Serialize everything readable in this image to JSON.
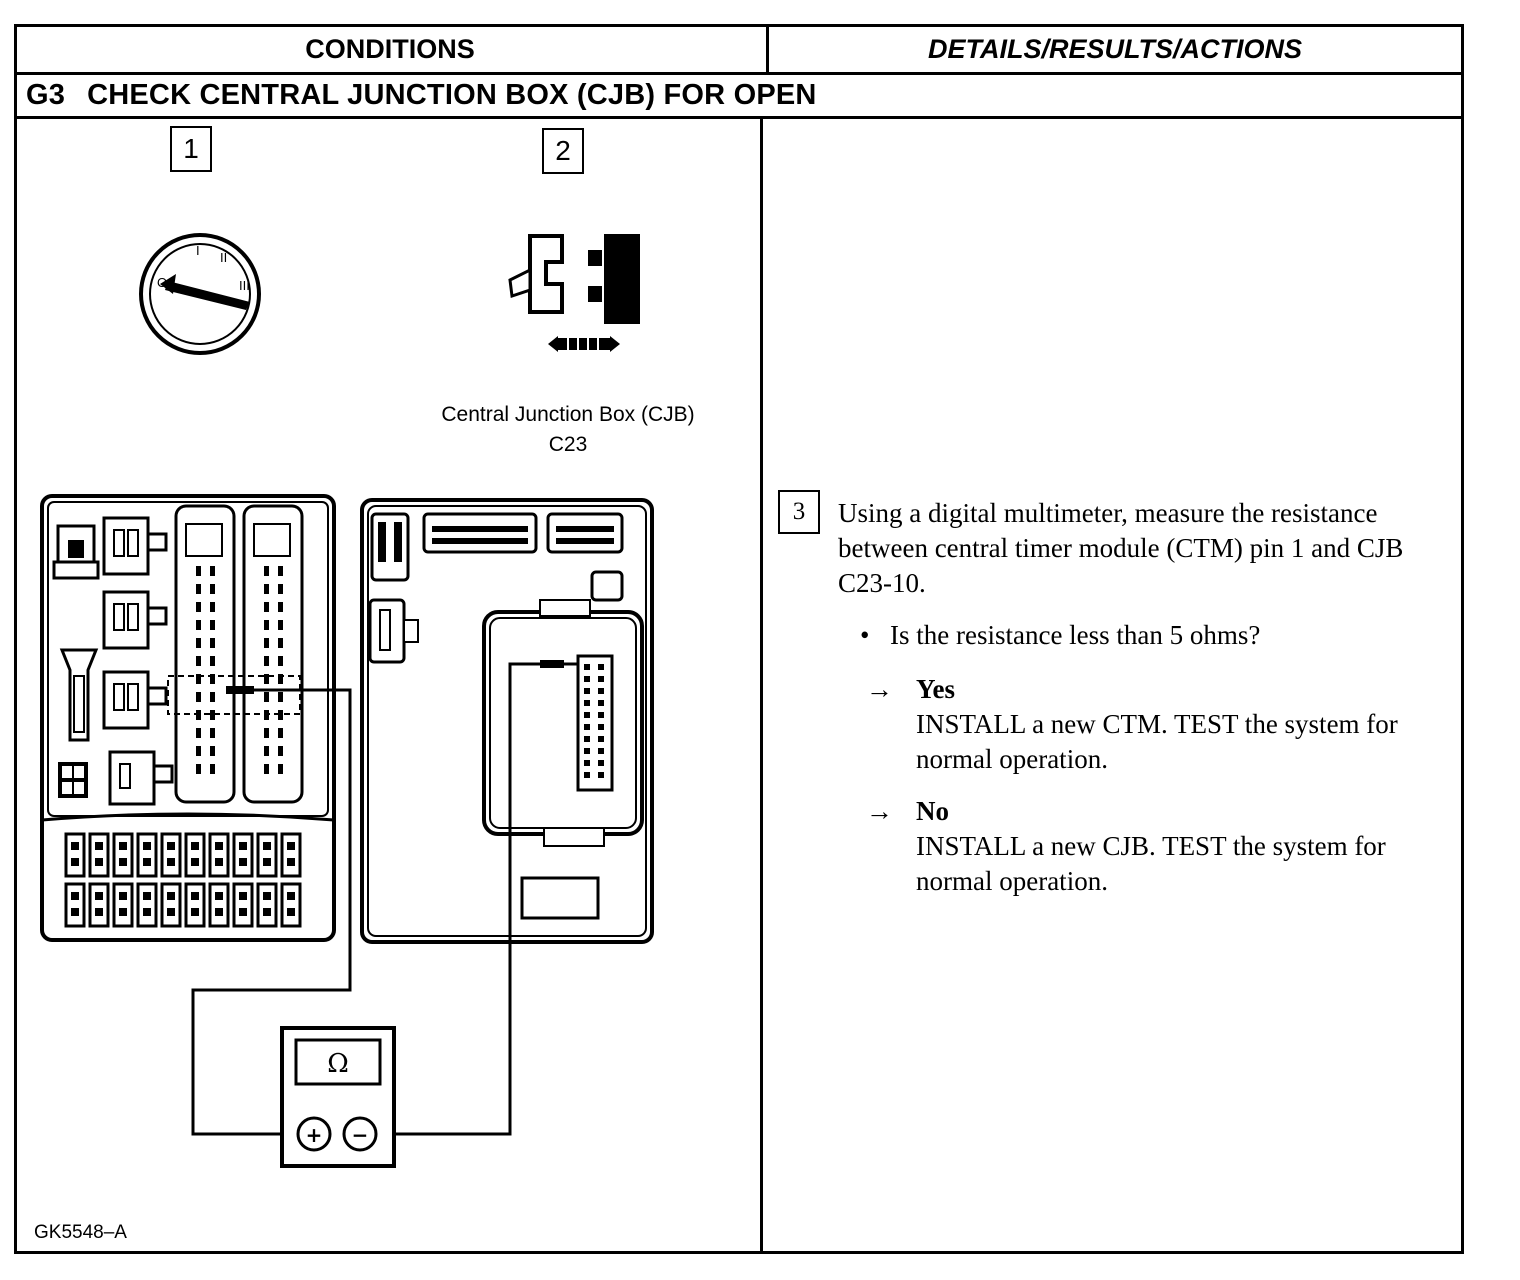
{
  "table": {
    "col_conditions": "CONDITIONS",
    "col_details": "DETAILS/RESULTS/ACTIONS"
  },
  "section": {
    "code": "G3",
    "title": "CHECK CENTRAL JUNCTION BOX (CJB) FOR OPEN"
  },
  "figure": {
    "step1_number": "1",
    "step2_number": "2",
    "ignition_positions": [
      "O",
      "I",
      "II",
      "III"
    ],
    "connector_caption_line1": "Central Junction Box (CJB)",
    "connector_caption_line2": "C23",
    "meter_symbol": "Ω",
    "meter_plus": "+",
    "meter_minus": "−",
    "figure_id": "GK5548–A"
  },
  "step3": {
    "number": "3",
    "text": "Using a digital multimeter, measure the resistance between central timer module (CTM) pin 1 and CJB C23-10.",
    "bullet_marker": "•",
    "question": "Is the resistance less than 5 ohms?",
    "arrow": "→",
    "yes_label": "Yes",
    "yes_action": "INSTALL a new CTM. TEST the system for normal operation.",
    "no_label": "No",
    "no_action": "INSTALL a new CJB. TEST the system for normal operation."
  }
}
